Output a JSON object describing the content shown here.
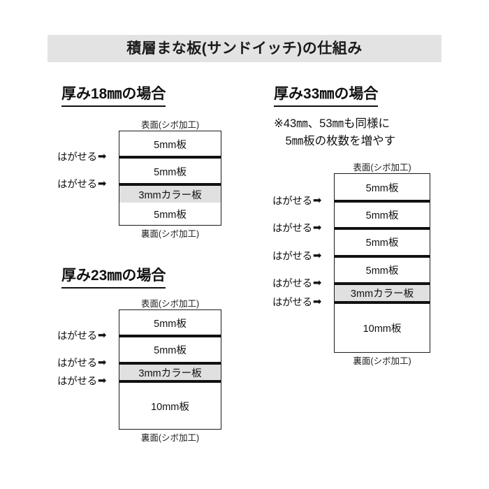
{
  "header": {
    "title": "積層まな板(サンドイッチ)の仕組み",
    "band_color": "#e3e3e3"
  },
  "colors": {
    "color_layer": "#e0e0e0",
    "line": "#111111",
    "page_background": "#ffffff"
  },
  "labels": {
    "front_face": "表面(シボ加工)",
    "back_face": "裏面(シボ加工)",
    "peel": "はがせる",
    "arrow_icon": "➡"
  },
  "sections": [
    {
      "id": "thickness-18",
      "heading": "厚み18㎜の場合",
      "note": "",
      "front_face": "表面(シボ加工)",
      "back_face": "裏面(シボ加工)",
      "layers": [
        {
          "label": "5mm板",
          "color": "white"
        },
        {
          "label": "5mm板",
          "color": "white"
        },
        {
          "label": "3mmカラー板",
          "color": "gray"
        },
        {
          "label": "5mm板",
          "color": "white"
        }
      ],
      "peel_labels": [
        "はがせる",
        "はがせる"
      ]
    },
    {
      "id": "thickness-23",
      "heading": "厚み23㎜の場合",
      "note": "",
      "front_face": "表面(シボ加工)",
      "back_face": "裏面(シボ加工)",
      "layers": [
        {
          "label": "5mm板",
          "color": "white"
        },
        {
          "label": "5mm板",
          "color": "white"
        },
        {
          "label": "3mmカラー板",
          "color": "gray"
        },
        {
          "label": "10mm板",
          "color": "white"
        }
      ],
      "peel_labels": [
        "はがせる",
        "はがせる",
        "はがせる"
      ]
    },
    {
      "id": "thickness-33",
      "heading": "厚み33㎜の場合",
      "note": "※43㎜、53㎜も同様に\n　5㎜板の枚数を増やす",
      "front_face": "表面(シボ加工)",
      "back_face": "裏面(シボ加工)",
      "layers": [
        {
          "label": "5mm板",
          "color": "white"
        },
        {
          "label": "5mm板",
          "color": "white"
        },
        {
          "label": "5mm板",
          "color": "white"
        },
        {
          "label": "5mm板",
          "color": "white"
        },
        {
          "label": "3mmカラー板",
          "color": "gray"
        },
        {
          "label": "10mm板",
          "color": "white"
        }
      ],
      "peel_labels": [
        "はがせる",
        "はがせる",
        "はがせる",
        "はがせる",
        "はがせる"
      ]
    }
  ]
}
